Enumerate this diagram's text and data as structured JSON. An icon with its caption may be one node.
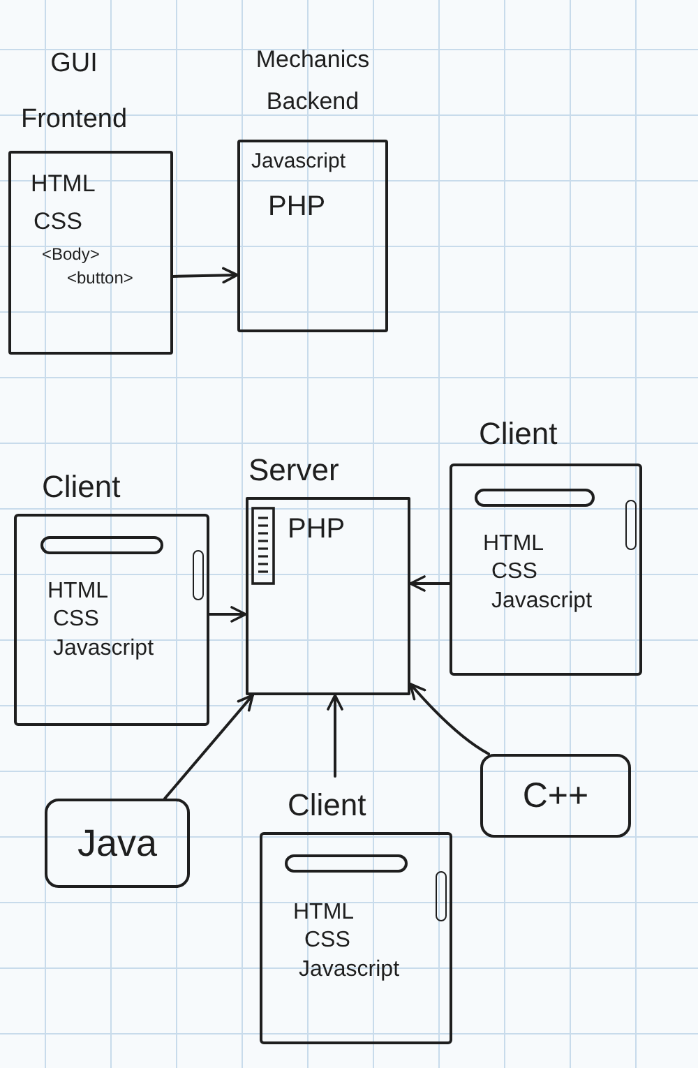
{
  "diagram": {
    "nodes": [
      {
        "text": [
          "GUI Frontend",
          "HTML",
          "CSS",
          "<Body>",
          "<button>"
        ]
      },
      {
        "text": [
          "Mechanics Backend",
          "Javascript",
          "PHP"
        ]
      },
      {
        "text": [
          "Client",
          "HTML",
          "CSS",
          "Javascript"
        ]
      },
      {
        "text": [
          "Server",
          "PHP"
        ]
      },
      {
        "text": [
          "Client",
          "HTML",
          "CSS",
          "Javascript"
        ]
      },
      {
        "text": [
          "Java"
        ]
      },
      {
        "text": [
          "Client",
          "HTML",
          "CSS",
          "Javascript"
        ]
      },
      {
        "text": [
          "C++"
        ]
      }
    ],
    "edges": [
      {
        "from": 0,
        "to": 1,
        "arrow": "to"
      },
      {
        "from": 2,
        "to": 3,
        "arrow": "to"
      },
      {
        "from": 4,
        "to": 3,
        "arrow": "to"
      },
      {
        "from": 5,
        "to": 3,
        "arrow": "to"
      },
      {
        "from": 6,
        "to": 3,
        "arrow": "to"
      },
      {
        "from": 7,
        "to": 3,
        "arrow": "to"
      }
    ]
  }
}
